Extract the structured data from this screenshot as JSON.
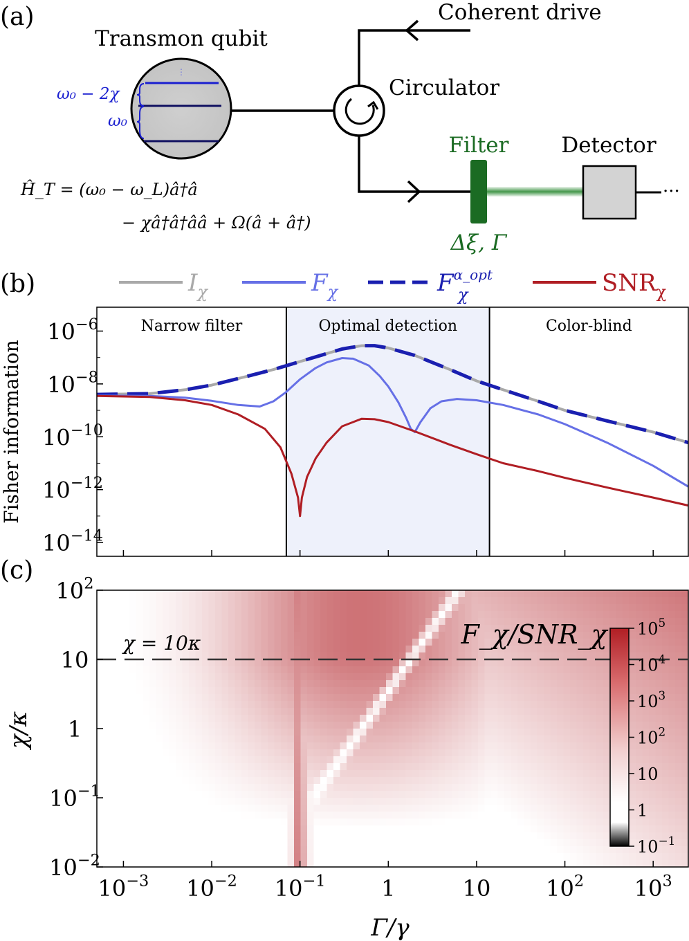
{
  "panels": {
    "a": "(a)",
    "b": "(b)",
    "c": "(c)"
  },
  "schematic": {
    "qubit_title": "Transmon qubit",
    "level_label_top": "ω₀ − 2χ",
    "level_label_bottom": "ω₀",
    "circulator_label": "Circulator",
    "drive_label": "Coherent drive",
    "filter_label": "Filter",
    "filter_params": "Δξ,  Γ",
    "detector_label": "Detector",
    "ellipsis": "···",
    "hamiltonian_line1": "Ĥ_T = (ω₀ − ω_L)â†â",
    "hamiltonian_line2": "− χâ†â†ââ + Ω(â + â†)"
  },
  "colors": {
    "I_chi": "#a9a9a9",
    "F_chi": "#6670e6",
    "F_opt": "#1a1fb0",
    "SNR": "#b01e24",
    "filter_green": "#1b6b23",
    "level_blue": "#1a1fd0",
    "region_shade": "#eef1fb"
  },
  "chart_data": [
    {
      "type": "line",
      "panel": "b",
      "ylabel": "Fisher information",
      "xscale": "log",
      "yscale": "log",
      "xlim": [
        0.0005,
        2500
      ],
      "ylim": [
        3e-15,
        8e-06
      ],
      "yticks": [
        {
          "value": 1e-06,
          "label": "10",
          "exp": "−6"
        },
        {
          "value": 1e-08,
          "label": "10",
          "exp": "−8"
        },
        {
          "value": 1e-10,
          "label": "10",
          "exp": "−10"
        },
        {
          "value": 1e-12,
          "label": "10",
          "exp": "−12"
        },
        {
          "value": 1e-14,
          "label": "10",
          "exp": "−14"
        }
      ],
      "regions": [
        {
          "label": "Narrow filter",
          "from": 0.0005,
          "to": 0.07
        },
        {
          "label": "Optimal detection",
          "from": 0.07,
          "to": 14
        },
        {
          "label": "Color-blind",
          "from": 14,
          "to": 2500
        }
      ],
      "legend": [
        {
          "name": "I",
          "sub": "χ",
          "sup": "",
          "style": "solid",
          "color": "#a9a9a9"
        },
        {
          "name": "F",
          "sub": "χ",
          "sup": "",
          "style": "solid",
          "color": "#6670e6"
        },
        {
          "name": "F",
          "sub": "χ",
          "sup": "α_opt",
          "style": "dashed",
          "color": "#1a1fb0"
        },
        {
          "name": "SNR",
          "sub": "χ",
          "sup": "",
          "style": "solid",
          "color": "#b01e24"
        }
      ],
      "series": [
        {
          "name": "I_χ",
          "color": "#a9a9a9",
          "dash": false,
          "points": [
            [
              0.0005,
              4e-09
            ],
            [
              0.002,
              4.3e-09
            ],
            [
              0.005,
              6e-09
            ],
            [
              0.01,
              9e-09
            ],
            [
              0.02,
              1.6e-08
            ],
            [
              0.05,
              3.5e-08
            ],
            [
              0.1,
              7e-08
            ],
            [
              0.2,
              1.4e-07
            ],
            [
              0.3,
              2.1e-07
            ],
            [
              0.5,
              2.8e-07
            ],
            [
              0.7,
              2.8e-07
            ],
            [
              1,
              2.3e-07
            ],
            [
              2,
              1.2e-07
            ],
            [
              5,
              3.5e-08
            ],
            [
              10,
              1.3e-08
            ],
            [
              20,
              6e-09
            ],
            [
              50,
              2.2e-09
            ],
            [
              100,
              1e-09
            ],
            [
              300,
              4e-10
            ],
            [
              1000,
              1.5e-10
            ],
            [
              2500,
              6e-11
            ]
          ]
        },
        {
          "name": "F_χ^α_opt",
          "color": "#1a1fb0",
          "dash": true,
          "points": [
            [
              0.0005,
              4e-09
            ],
            [
              0.002,
              4.3e-09
            ],
            [
              0.005,
              6e-09
            ],
            [
              0.01,
              9e-09
            ],
            [
              0.02,
              1.6e-08
            ],
            [
              0.05,
              3.5e-08
            ],
            [
              0.1,
              7e-08
            ],
            [
              0.2,
              1.4e-07
            ],
            [
              0.3,
              2.1e-07
            ],
            [
              0.5,
              2.8e-07
            ],
            [
              0.7,
              2.8e-07
            ],
            [
              1,
              2.3e-07
            ],
            [
              2,
              1.2e-07
            ],
            [
              5,
              3.5e-08
            ],
            [
              10,
              1.3e-08
            ],
            [
              20,
              6e-09
            ],
            [
              50,
              2.2e-09
            ],
            [
              100,
              1e-09
            ],
            [
              300,
              4e-10
            ],
            [
              1000,
              1.5e-10
            ],
            [
              2500,
              6e-11
            ]
          ]
        },
        {
          "name": "F_χ",
          "color": "#6670e6",
          "dash": false,
          "points": [
            [
              0.0005,
              3.6e-09
            ],
            [
              0.002,
              3.5e-09
            ],
            [
              0.005,
              3e-09
            ],
            [
              0.01,
              2.3e-09
            ],
            [
              0.02,
              1.6e-09
            ],
            [
              0.035,
              1.4e-09
            ],
            [
              0.05,
              2.2e-09
            ],
            [
              0.07,
              5e-09
            ],
            [
              0.1,
              1.5e-08
            ],
            [
              0.15,
              4e-08
            ],
            [
              0.2,
              6.5e-08
            ],
            [
              0.3,
              9.5e-08
            ],
            [
              0.4,
              9e-08
            ],
            [
              0.6,
              5e-08
            ],
            [
              0.8,
              2e-08
            ],
            [
              1,
              8e-09
            ],
            [
              1.3,
              2e-09
            ],
            [
              1.6,
              5e-10
            ],
            [
              1.8,
              2e-10
            ],
            [
              2,
              1.5e-10
            ],
            [
              2.3,
              3.5e-10
            ],
            [
              3,
              1.2e-09
            ],
            [
              4,
              2.2e-09
            ],
            [
              6,
              2.7e-09
            ],
            [
              10,
              2.4e-09
            ],
            [
              20,
              1.6e-09
            ],
            [
              50,
              7e-10
            ],
            [
              100,
              3e-10
            ],
            [
              300,
              6e-11
            ],
            [
              1000,
              8e-12
            ],
            [
              2500,
              1.3e-12
            ]
          ]
        },
        {
          "name": "SNR_χ",
          "color": "#b01e24",
          "dash": false,
          "points": [
            [
              0.0005,
              3.5e-09
            ],
            [
              0.002,
              3.2e-09
            ],
            [
              0.005,
              2.4e-09
            ],
            [
              0.01,
              1.6e-09
            ],
            [
              0.02,
              7e-10
            ],
            [
              0.04,
              2e-10
            ],
            [
              0.06,
              4e-11
            ],
            [
              0.08,
              4e-12
            ],
            [
              0.095,
              5e-13
            ],
            [
              0.1,
              1e-13
            ],
            [
              0.105,
              5e-13
            ],
            [
              0.12,
              3e-12
            ],
            [
              0.15,
              1.5e-11
            ],
            [
              0.2,
              6e-11
            ],
            [
              0.3,
              2.5e-10
            ],
            [
              0.5,
              4.8e-10
            ],
            [
              0.7,
              4.6e-10
            ],
            [
              1,
              3.6e-10
            ],
            [
              2,
              1.6e-10
            ],
            [
              5,
              5e-11
            ],
            [
              10,
              2.2e-11
            ],
            [
              20,
              1e-11
            ],
            [
              50,
              5e-12
            ],
            [
              100,
              2.8e-12
            ],
            [
              300,
              1.2e-12
            ],
            [
              1000,
              5e-13
            ],
            [
              2500,
              2.5e-13
            ]
          ]
        }
      ]
    },
    {
      "type": "heatmap",
      "panel": "c",
      "xlabel": "Γ/γ",
      "ylabel": "χ/κ",
      "xscale": "log",
      "yscale": "log",
      "xlim": [
        0.0005,
        2500
      ],
      "ylim": [
        0.01,
        100
      ],
      "xticks": [
        {
          "value": 0.001,
          "label": "10",
          "exp": "−3"
        },
        {
          "value": 0.01,
          "label": "10",
          "exp": "−2"
        },
        {
          "value": 0.1,
          "label": "10",
          "exp": "−1"
        },
        {
          "value": 1,
          "label": "1",
          "exp": ""
        },
        {
          "value": 10,
          "label": "10",
          "exp": ""
        },
        {
          "value": 100,
          "label": "10",
          "exp": "2"
        },
        {
          "value": 1000,
          "label": "10",
          "exp": "3"
        }
      ],
      "yticks": [
        {
          "value": 100,
          "label": "10",
          "exp": "2"
        },
        {
          "value": 10,
          "label": "10",
          "exp": ""
        },
        {
          "value": 1,
          "label": "1",
          "exp": ""
        },
        {
          "value": 0.1,
          "label": "10",
          "exp": "−1"
        },
        {
          "value": 0.01,
          "label": "10",
          "exp": "−2"
        }
      ],
      "quantity": "F_χ/SNR_χ",
      "reference_line": {
        "y": 10,
        "label": "χ = 10κ"
      },
      "colorbar": {
        "scale": "log",
        "range": [
          0.1,
          100000
        ],
        "colormap": "black-white-red",
        "ticks": [
          {
            "value": 100000,
            "label": "10",
            "exp": "5"
          },
          {
            "value": 10000,
            "label": "10",
            "exp": "4"
          },
          {
            "value": 1000,
            "label": "10",
            "exp": "3"
          },
          {
            "value": 100,
            "label": "10",
            "exp": "2"
          },
          {
            "value": 10,
            "label": "10",
            "exp": ""
          },
          {
            "value": 1,
            "label": "1",
            "exp": ""
          },
          {
            "value": 0.1,
            "label": "10",
            "exp": "−1"
          }
        ]
      }
    }
  ]
}
